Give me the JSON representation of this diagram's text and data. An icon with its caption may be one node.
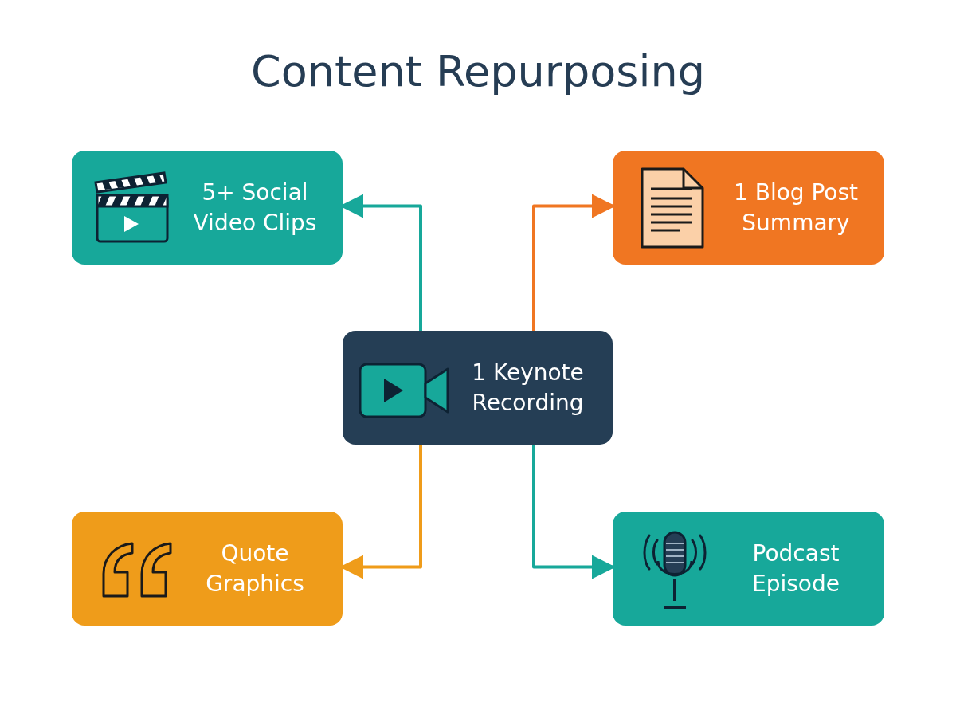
{
  "diagram": {
    "title": "Content Repurposing",
    "nodes": [
      {
        "text": [
          "1 Keynote Recording"
        ]
      },
      {
        "text": [
          "5+ Social Video Clips"
        ]
      },
      {
        "text": [
          "1 Blog Post Summary"
        ]
      },
      {
        "text": [
          "Quote Graphics"
        ]
      },
      {
        "text": [
          "Podcast Episode"
        ]
      }
    ],
    "edges": [
      {
        "from": 0,
        "to": 1,
        "arrow": "to"
      },
      {
        "from": 0,
        "to": 2,
        "arrow": "to",
        "color": "#f07622"
      },
      {
        "from": 0,
        "to": 3,
        "arrow": "to",
        "color": "#ef9c1a"
      },
      {
        "from": 0,
        "to": 4,
        "arrow": "to"
      }
    ]
  }
}
